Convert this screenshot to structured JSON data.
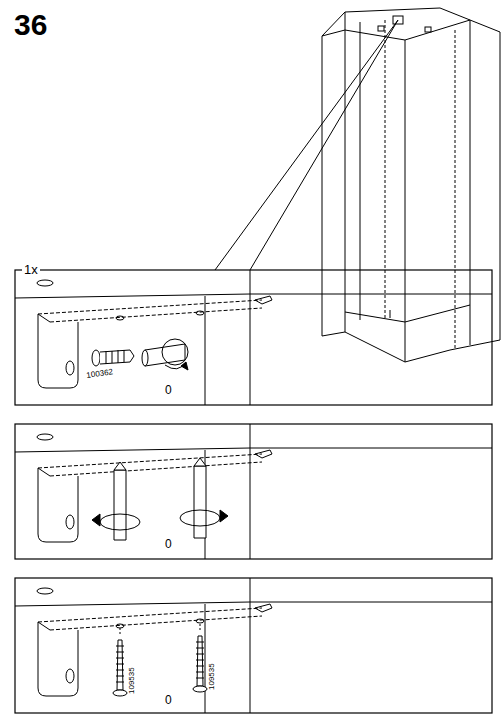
{
  "diagram": {
    "title": "36",
    "labels": [
      "1x",
      "100362",
      "0",
      "0",
      "109535",
      "109535",
      "0"
    ]
  }
}
